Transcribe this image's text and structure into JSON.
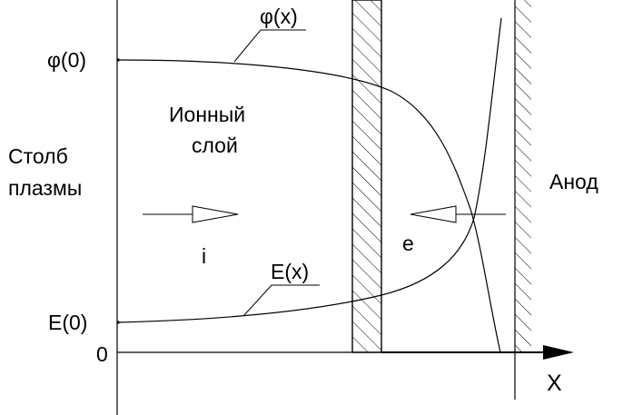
{
  "labels": {
    "phi_curve": "φ(x)",
    "phi_zero": "φ(0)",
    "ion_layer_line1": "Ионный",
    "ion_layer_line2": "слой",
    "plasma_column_line1": "Столб",
    "plasma_column_line2": "плазмы",
    "anode": "Анод",
    "ion_symbol": "i",
    "electron_symbol": "e",
    "field_curve": "E(x)",
    "field_zero": "E(0)",
    "origin_zero": "0",
    "x_axis": "X"
  },
  "colors": {
    "stroke": "#000000",
    "background": "#ffffff"
  }
}
